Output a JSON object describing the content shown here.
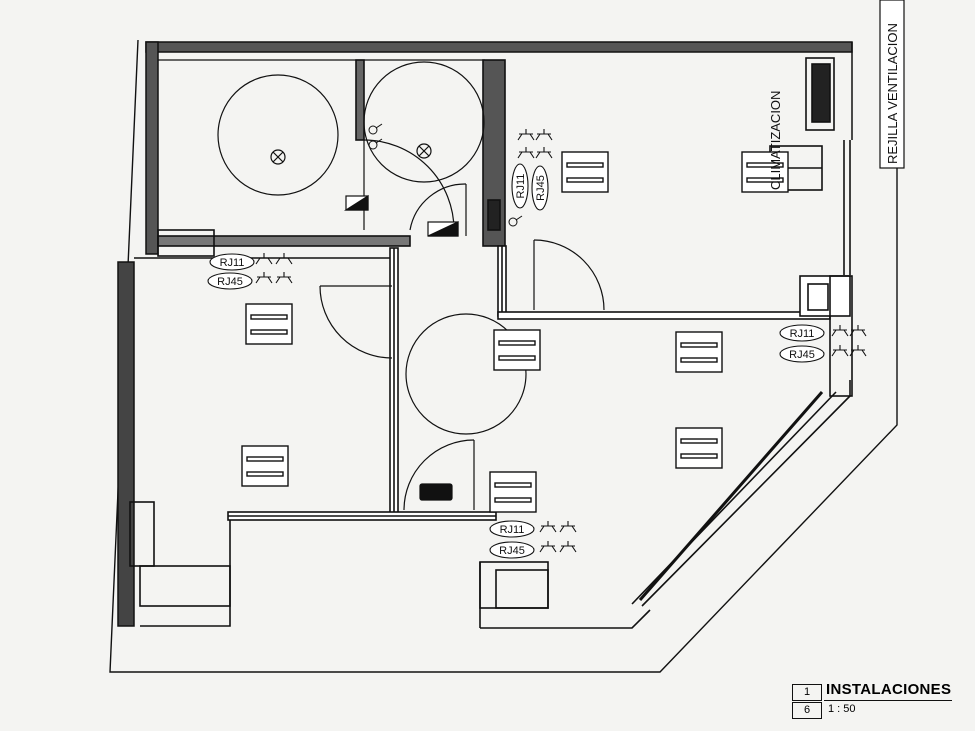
{
  "sheet": {
    "number": "1",
    "page": "6",
    "title": "INSTALACIONES",
    "scale": "1 : 50"
  },
  "labels": {
    "vertical_top_right": "REJILLA VENTILACION",
    "climatizacion": "CLIMATIZACION"
  },
  "sockets": [
    {
      "id": "a",
      "rj11": "RJ11",
      "rj45": "RJ45"
    },
    {
      "id": "b",
      "rj11": "RJ11",
      "rj45": "RJ45"
    },
    {
      "id": "c",
      "rj11": "RJ11",
      "rj45": "RJ45"
    },
    {
      "id": "d",
      "rj11": "RJ11",
      "rj45": "RJ45"
    }
  ],
  "colors": {
    "ink": "#111111",
    "paper": "#f4f4f2"
  }
}
